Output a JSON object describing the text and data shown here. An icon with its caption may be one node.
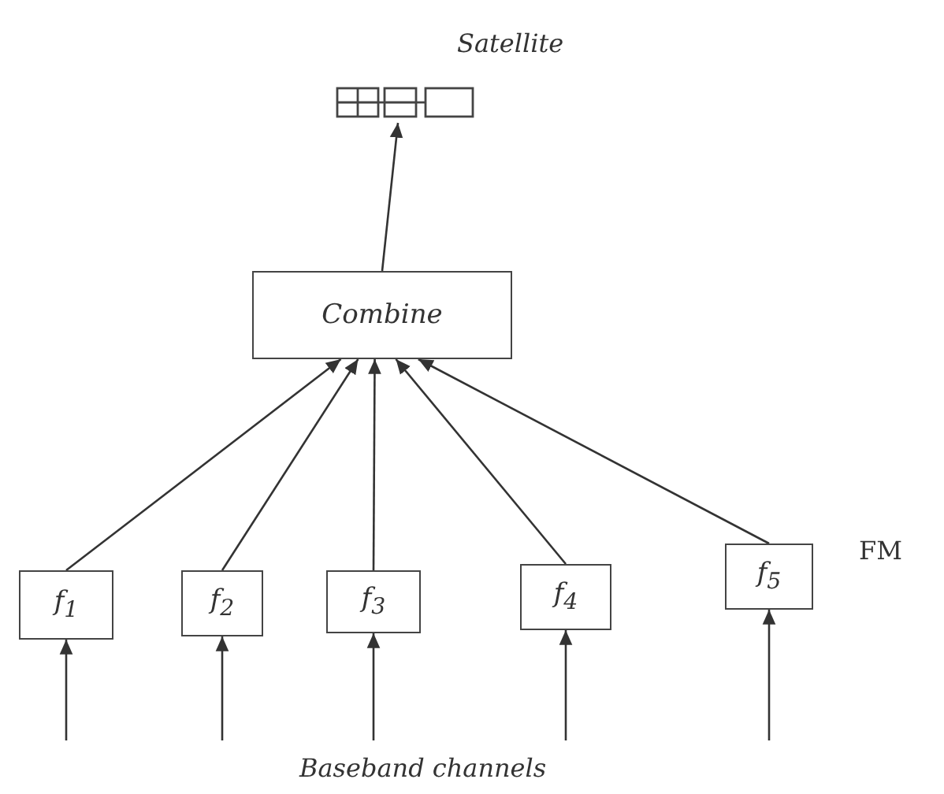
{
  "diagram": {
    "nodes": [
      {
        "text": [],
        "shape": "picture",
        "beside": [
          "Satellite"
        ]
      },
      {
        "text": [
          "Combine"
        ]
      },
      {
        "text": [
          "f$_{1}$"
        ]
      },
      {
        "text": [
          "f$_{2}$"
        ]
      },
      {
        "text": [
          "f$_{3}$"
        ]
      },
      {
        "text": [
          "f$_{4}$"
        ]
      },
      {
        "text": [
          "f$_{5}$"
        ],
        "beside": [
          "FM"
        ]
      }
    ],
    "edges": [
      {
        "from": 1,
        "to": 0,
        "arrow": "to"
      },
      {
        "from": 2,
        "to": 1,
        "arrow": "to"
      },
      {
        "from": 3,
        "to": 1,
        "arrow": "to"
      },
      {
        "from": 4,
        "to": 1,
        "arrow": "to"
      },
      {
        "from": 5,
        "to": 1,
        "arrow": "to"
      },
      {
        "from": 6,
        "to": 1,
        "arrow": "to"
      },
      {
        "from": null,
        "to": 2,
        "arrow": "to"
      },
      {
        "from": null,
        "to": 3,
        "arrow": "to"
      },
      {
        "from": null,
        "to": 4,
        "arrow": "to"
      },
      {
        "from": null,
        "to": 5,
        "arrow": "to"
      },
      {
        "from": null,
        "to": 6,
        "arrow": "to"
      }
    ],
    "labels": [
      "Baseband channels"
    ]
  }
}
